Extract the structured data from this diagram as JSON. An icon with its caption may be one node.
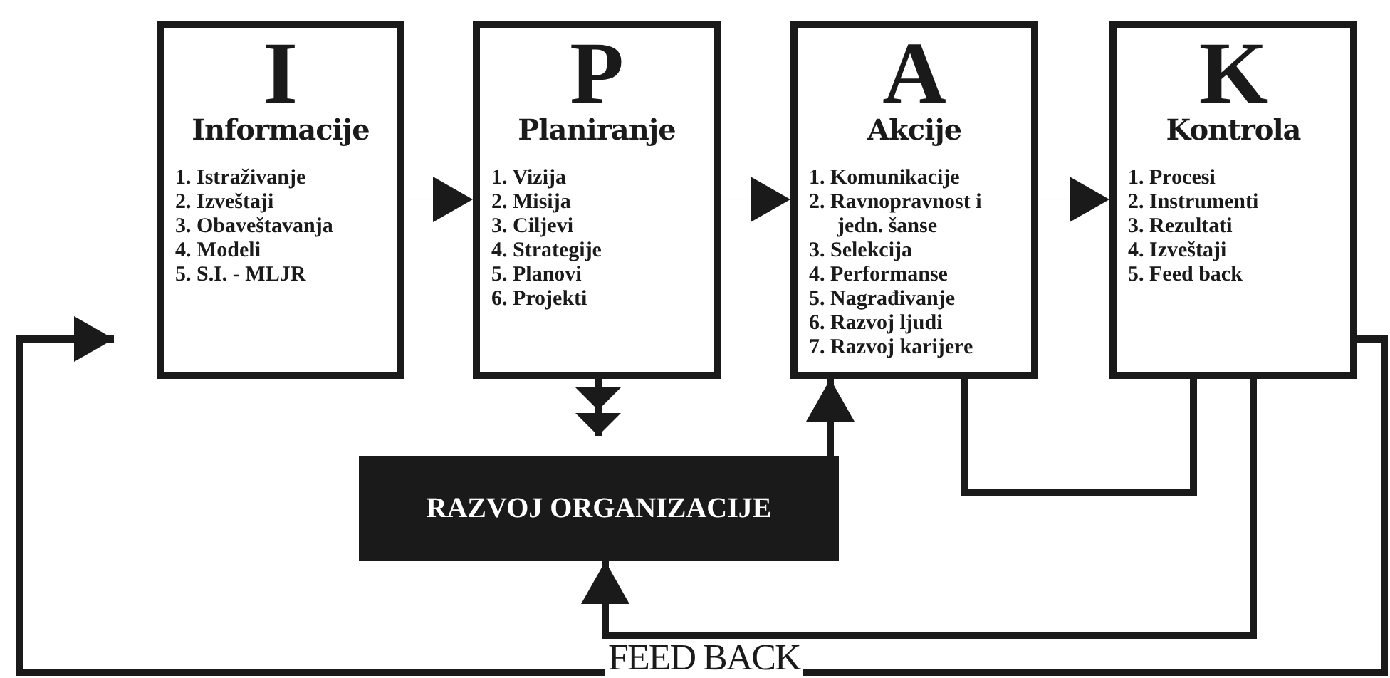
{
  "diagram": {
    "nodes": [
      {
        "text": [
          "I",
          "Informacije",
          "1. Istraživanje",
          "2. Izveštaji",
          "3. Obaveštavanja",
          "4. Modeli",
          "5. S.I. - MLJR"
        ]
      },
      {
        "text": [
          "P",
          "Planiranje",
          "1. Vizija",
          "2. Misija",
          "3. Ciljevi",
          "4. Strategije",
          "5. Planovi",
          "6. Projekti"
        ]
      },
      {
        "text": [
          "A",
          "Akcije",
          "1. Komunikacije",
          "2. Ravnopravnost i jedn. šanse",
          "3. Selekcija",
          "4. Performanse",
          "5. Nagrađivanje",
          "6. Razvoj ljudi",
          "7. Razvoj karijere"
        ]
      },
      {
        "text": [
          "K",
          "Kontrola",
          "1. Procesi",
          "2. Instrumenti",
          "3. Rezultati",
          "4. Izveštaji",
          "5. Feed back"
        ]
      },
      {
        "text": [
          "RAZVOJ ORGANIZACIJE"
        ]
      }
    ],
    "edges": [
      {
        "from": 0,
        "to": 1,
        "arrow": "to"
      },
      {
        "from": 1,
        "to": 2,
        "arrow": "to"
      },
      {
        "from": 2,
        "to": 3,
        "arrow": "to"
      },
      {
        "from": 1,
        "to": 4,
        "arrow": "to"
      },
      {
        "from": 4,
        "to": 2,
        "arrow": "to"
      },
      {
        "from": 2,
        "to": 3,
        "arrow": "none"
      },
      {
        "from": 3,
        "to": 4,
        "arrow": "to",
        "label": "FEED BACK"
      },
      {
        "from": 3,
        "to": 0,
        "arrow": "to"
      }
    ]
  }
}
